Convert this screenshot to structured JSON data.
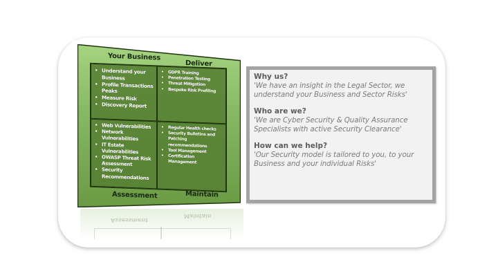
{
  "colors": {
    "card_green_light": "#a6d481",
    "card_green_dark": "#6b9a45",
    "quadrant_green": "#558032",
    "info_bg": "#f2f2f2",
    "info_border": "#a3a3a3",
    "question_text": "#5b5b5b",
    "answer_text": "#7a7a7a"
  },
  "matrix": {
    "headers": {
      "top_left": "Your Business",
      "top_right": "Deliver",
      "bottom_left": "Assessment",
      "bottom_right": "Maintain"
    },
    "quadrants": [
      {
        "name": "your-business",
        "items": [
          "Understand your Business",
          "Profile Transactions Peaks",
          "Measure Risk",
          "Discovery Report"
        ]
      },
      {
        "name": "deliver",
        "items": [
          "GDPR Training",
          "Penetration Testing",
          "Threat Mitigation",
          "Bespoke Risk Profiling"
        ]
      },
      {
        "name": "assessment",
        "items": [
          "Web Vulnerabilities",
          "Network Vulnerabilities",
          "IT Estate Vulnerabilities",
          "OWASP Threat Risk Assessment",
          "Security Recommendations"
        ]
      },
      {
        "name": "maintain",
        "items": [
          "Regular Health checks",
          "Security Bulletins and Patching recommendations",
          "Tool Management",
          "Certification Management"
        ]
      }
    ]
  },
  "info": {
    "sections": [
      {
        "question": "Why us?",
        "answer": "'We have an insight in the Legal Sector, we understand your Business and Sector Risks'"
      },
      {
        "question": "Who are we?",
        "answer": "'We are Cyber Security & Quality Assurance Specialists with active Security Clearance'"
      },
      {
        "question": "How can we help?",
        "answer": "'Our Security model is tailored to you, to your Business and your individual Risks'"
      }
    ]
  }
}
